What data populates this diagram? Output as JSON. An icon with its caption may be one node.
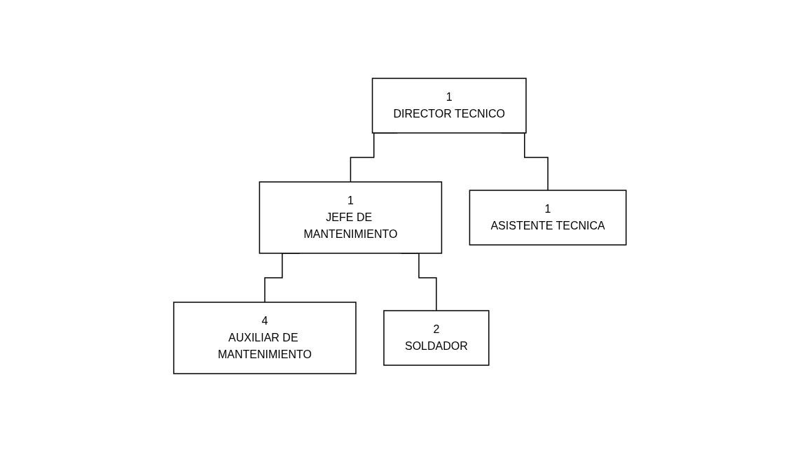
{
  "diagram": {
    "nodes": [
      {
        "text": [
          "1",
          "DIRECTOR TECNICO"
        ]
      },
      {
        "text": [
          "1",
          "JEFE DE MANTENIMIENTO"
        ]
      },
      {
        "text": [
          "1",
          "ASISTENTE TECNICA"
        ]
      },
      {
        "text": [
          "4",
          "AUXILIAR DE MANTENIMIENTO"
        ]
      },
      {
        "text": [
          "2",
          "SOLDADOR"
        ]
      }
    ],
    "edges": [
      {
        "from": 0,
        "to": 1,
        "arrow": "none"
      },
      {
        "from": 0,
        "to": 2,
        "arrow": "none"
      },
      {
        "from": 1,
        "to": 3,
        "arrow": "none"
      },
      {
        "from": 1,
        "to": 4,
        "arrow": "none"
      }
    ]
  }
}
